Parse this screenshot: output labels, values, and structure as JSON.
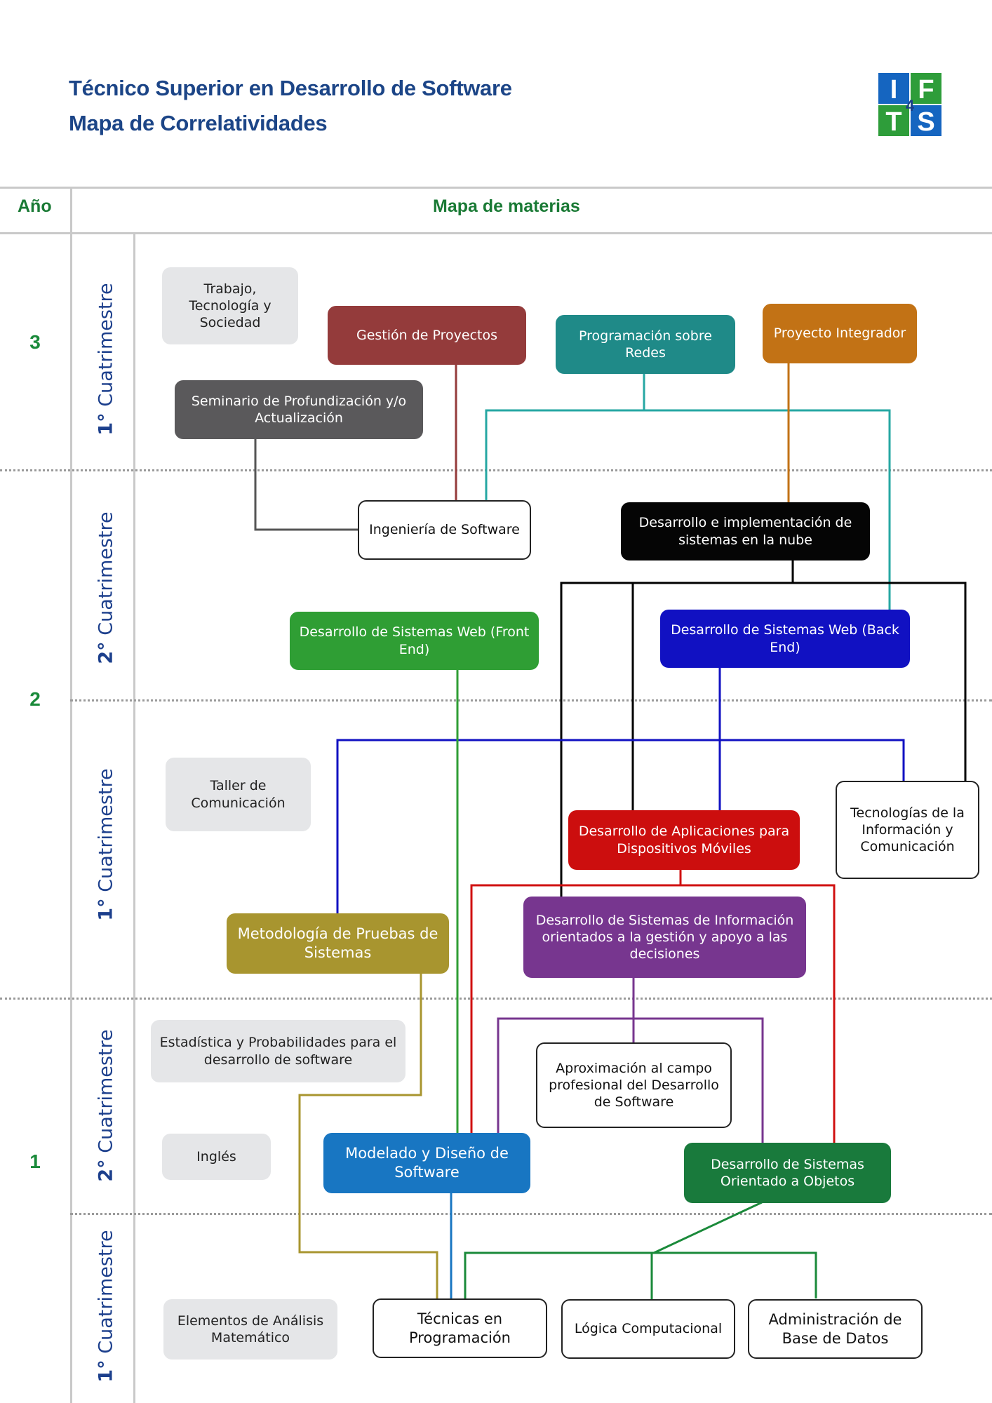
{
  "header": {
    "title_line1": "Técnico Superior en Desarrollo de Software",
    "title_line2": "Mapa de Correlatividades",
    "logo_text": "IFTS 4"
  },
  "columns": {
    "year": "Año",
    "map": "Mapa de materias"
  },
  "years": {
    "y3": "3",
    "y2": "2",
    "y1": "1"
  },
  "semesters": {
    "first": "1° Cuatrimestre",
    "second": "2° Cuatrimestre"
  },
  "subjects": {
    "trabajo": "Trabajo, Tecnología y Sociedad",
    "gestion": "Gestión de Proyectos",
    "programacion_redes": "Programación sobre Redes",
    "proyecto_integrador": "Proyecto Integrador",
    "seminario": "Seminario de Profundización y/o Actualización",
    "ingenieria": "Ingeniería de Software",
    "nube": "Desarrollo e implementación de sistemas en la nube",
    "front_end": "Desarrollo de Sistemas Web (Front End)",
    "back_end": "Desarrollo de Sistemas Web (Back End)",
    "taller": "Taller de Comunicación",
    "tic": "Tecnologías de la Información y Comunicación",
    "moviles": "Desarrollo de Aplicaciones para Dispositivos Móviles",
    "metodologia": "Metodología de Pruebas de Sistemas",
    "sistemas_informacion": "Desarrollo de Sistemas de Información orientados a la gestión y apoyo a las decisiones",
    "estadistica": "Estadística y Probabilidades para el desarrollo de software",
    "aproximacion": "Aproximación al campo profesional del Desarrollo de Software",
    "ingles": "Inglés",
    "modelado": "Modelado y Diseño de Software",
    "poo": "Desarrollo de Sistemas Orientado a Objetos",
    "analisis": "Elementos de Análisis Matemático",
    "tecnicas": "Técnicas en Programación",
    "logica": "Lógica Computacional",
    "base_datos": "Administración de Base de Datos"
  },
  "colors": {
    "title": "#1c4587",
    "accent_green": "#1a8a3a",
    "gestion": "#943b3b",
    "programacion_redes": "#1f8a88",
    "proyecto_integrador": "#c27215",
    "seminario": "#5a595b",
    "nube": "#000000",
    "front_end": "#2f9e34",
    "back_end": "#1111c2",
    "moviles": "#cc0e0e",
    "metodologia": "#a8952f",
    "sistemas_informacion": "#77368f",
    "modelado": "#1876c2",
    "poo": "#197a3c"
  }
}
